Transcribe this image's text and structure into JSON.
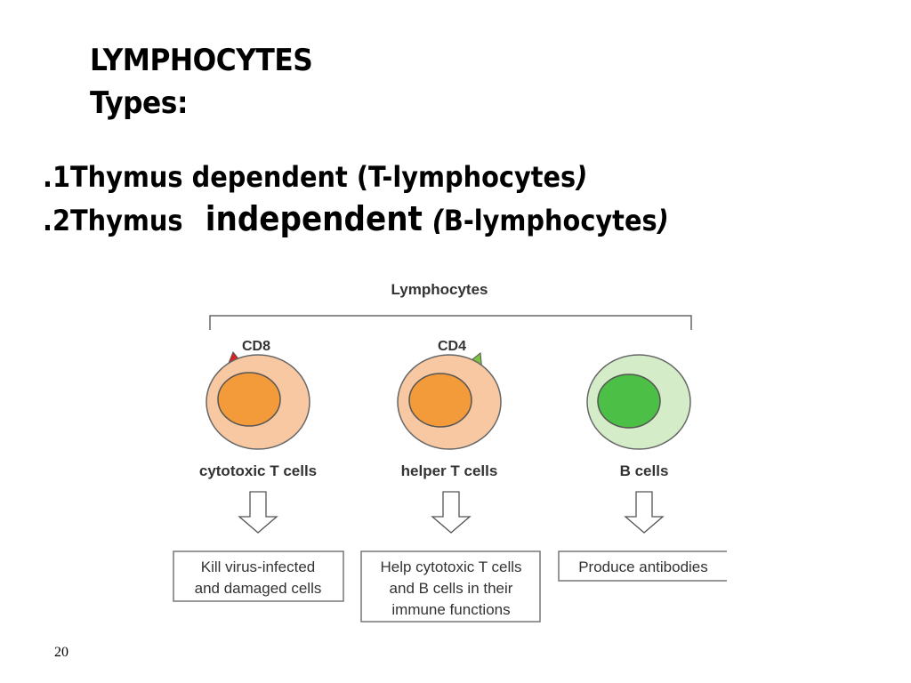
{
  "slide": {
    "title": "LYMPHOCYTES",
    "subtitle": "Types:",
    "item1": {
      "number": ".1",
      "text": "Thymus dependent (T-lymphocytes",
      "close": ")"
    },
    "item2": {
      "number": ".2",
      "word": "Thymus",
      "big": "independent",
      "open": "(",
      "text": "B-lymphocytes",
      "close": ")"
    },
    "page_number": "20"
  },
  "diagram": {
    "title": "Lymphocytes",
    "colors": {
      "t_cell_outer": "#f7c8a2",
      "t_cell_nucleus": "#f39a3a",
      "b_cell_outer": "#d5ecc9",
      "b_cell_nucleus": "#4cbf46",
      "cd8_receptor": "#e02020",
      "cd4_receptor": "#7dc242",
      "outline": "#555555"
    },
    "cells": [
      {
        "marker": "CD8",
        "label": "cytotoxic T cells",
        "function": [
          "Kill virus-infected",
          "and damaged cells"
        ]
      },
      {
        "marker": "CD4",
        "label": "helper T cells",
        "function": [
          "Help cytotoxic T cells",
          "and B cells in their",
          "immune functions"
        ]
      },
      {
        "marker": "",
        "label": "B cells",
        "function": [
          "Produce antibodies"
        ]
      }
    ]
  }
}
